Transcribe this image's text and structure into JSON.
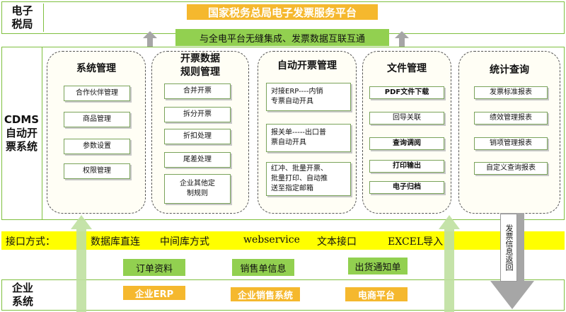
{
  "tax_bureau": {
    "label": "电子\n税局",
    "platform": "国家税务总局电子发票服务平台"
  },
  "integration_banner": "与全电平台无缝集成、发票数据互联互通",
  "cdms": {
    "label": "CDMS\n自动开\n票系统",
    "columns": [
      {
        "title": "系统管理",
        "items": [
          "合作伙伴管理",
          "商品管理",
          "参数设置",
          "权限管理"
        ]
      },
      {
        "title": "开票数据\n规则管理",
        "items": [
          "合并开票",
          "拆分开票",
          "折扣处理",
          "尾差处理",
          "企业其他定\n制规则"
        ]
      },
      {
        "title": "自动开票管理",
        "items": [
          "对接ERP----内销\n专票自动开具",
          "报关单-----出口普\n票自动开具",
          "红冲、批量开票、\n批量打印、自动推\n送至指定邮箱"
        ]
      },
      {
        "title": "文件管理",
        "items": [
          "PDF文件下载",
          "回导关联",
          "查询调阅",
          "打印输出",
          "电子归档"
        ]
      },
      {
        "title": "统计查询",
        "items": [
          "发票标准报表",
          "绩效管理报表",
          "销项管理报表",
          "自定义查询报表"
        ]
      }
    ]
  },
  "interface": {
    "label": "接口方式：",
    "methods": [
      "数据库直连",
      "中间库方式",
      "webservice",
      "文本接口",
      "EXCEL导入"
    ]
  },
  "data_flows": [
    "订单资料",
    "销售单信息",
    "出货通知单"
  ],
  "invoice_return": "发票信息返回",
  "enterprise": {
    "label": "企业\n系统",
    "systems": [
      "企业ERP",
      "企业销售系统",
      "电商平台"
    ]
  },
  "colors": {
    "band_border": "#7fbf3f",
    "orange": "#f5b82e",
    "green": "#92d050",
    "yellow": "#ffff00",
    "light_green_arrow": "#bfe0a0",
    "grey_arrow": "#a6a6a6"
  }
}
